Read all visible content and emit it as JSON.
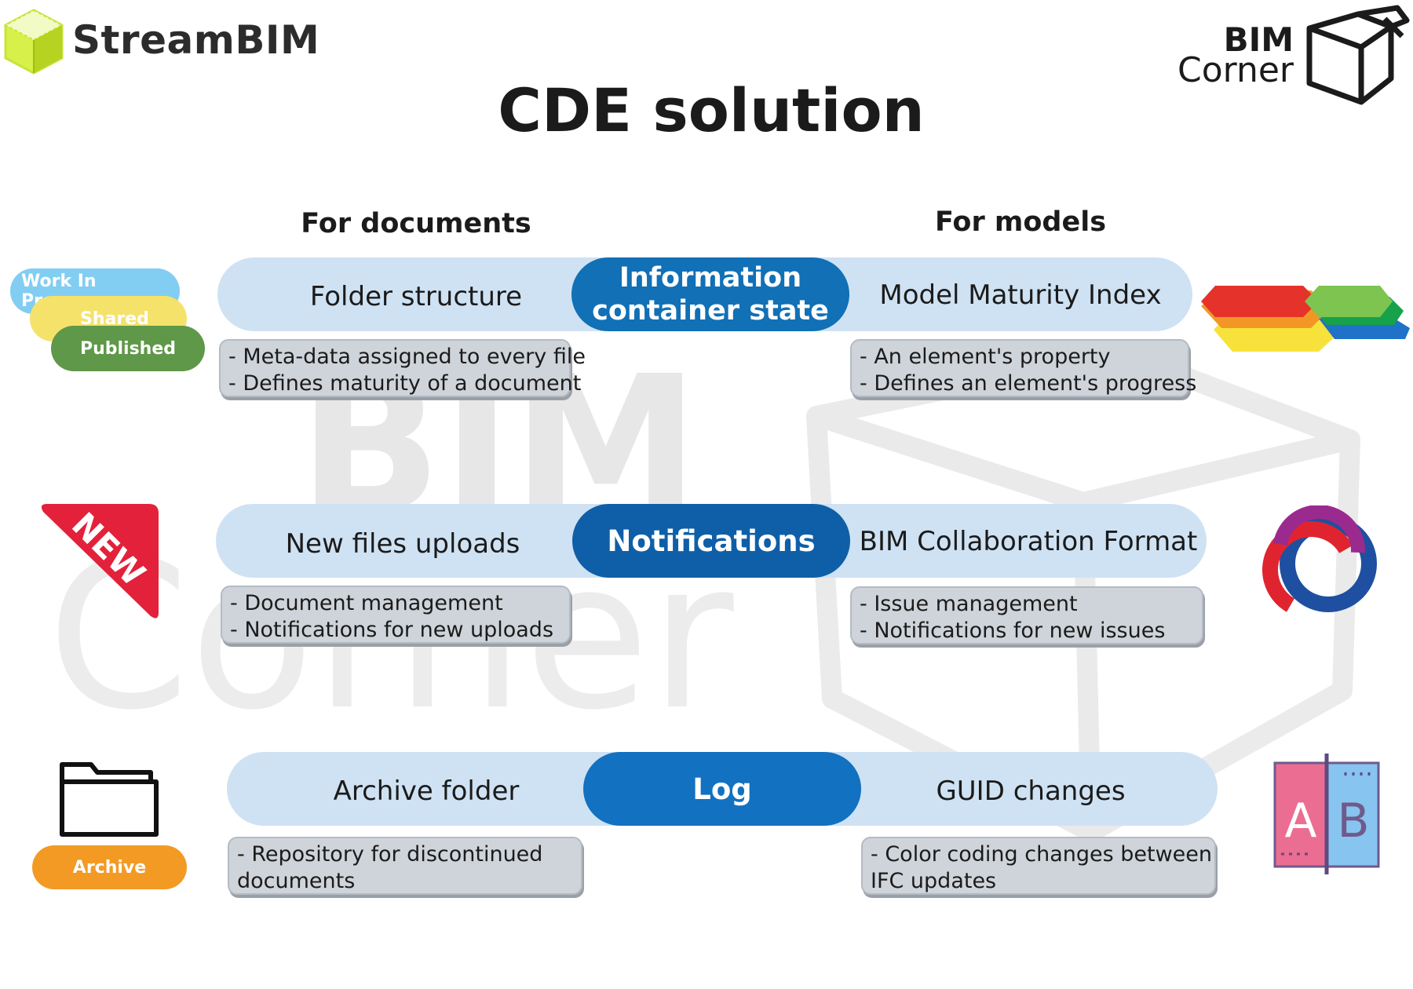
{
  "header": {
    "brand": "StreamBIM",
    "title": "CDE solution",
    "logo_line1": "BIM",
    "logo_line2": "Corner"
  },
  "columns": {
    "left": "For documents",
    "right": "For models"
  },
  "rows": [
    {
      "center": "Information container state",
      "center_line1": "Information",
      "center_line2": "container state",
      "left_label": "Folder structure",
      "right_label": "Model Maturity Index",
      "left_notes": [
        "- Meta-data assigned to every file",
        "- Defines maturity of a document"
      ],
      "right_notes": [
        "- An element's property",
        "- Defines an element's progress"
      ]
    },
    {
      "center": "Notifications",
      "left_label": "New files uploads",
      "right_label": "BIM Collaboration Format",
      "left_notes": [
        "- Document management",
        "- Notifications for new uploads"
      ],
      "right_notes": [
        "- Issue management",
        "- Notifications for new issues"
      ]
    },
    {
      "center": "Log",
      "left_label": "Archive folder",
      "right_label": "GUID changes",
      "left_notes": [
        "- Repository for discontinued",
        "documents"
      ],
      "right_notes": [
        "- Color coding changes between",
        "IFC updates"
      ]
    }
  ],
  "icons": {
    "status_tags": [
      "Work In Progress",
      "Shared",
      "Published"
    ],
    "new_badge": "NEW",
    "archive_tag": "Archive",
    "ab_letters": [
      "A",
      "B"
    ]
  },
  "watermark": {
    "line1": "BIM",
    "line2": "Corner"
  },
  "colors": {
    "bar_bg": "#cfe2f3",
    "pill_row1": "#1170b6",
    "pill_row2": "#0f5fa8",
    "pill_row3": "#1271c0",
    "note_bg": "#cfd4da",
    "tag_wip": "#82cdf2",
    "tag_shared": "#f5e26a",
    "tag_published": "#5e9848",
    "tag_archive": "#f39a25",
    "new_red": "#e3213a"
  }
}
